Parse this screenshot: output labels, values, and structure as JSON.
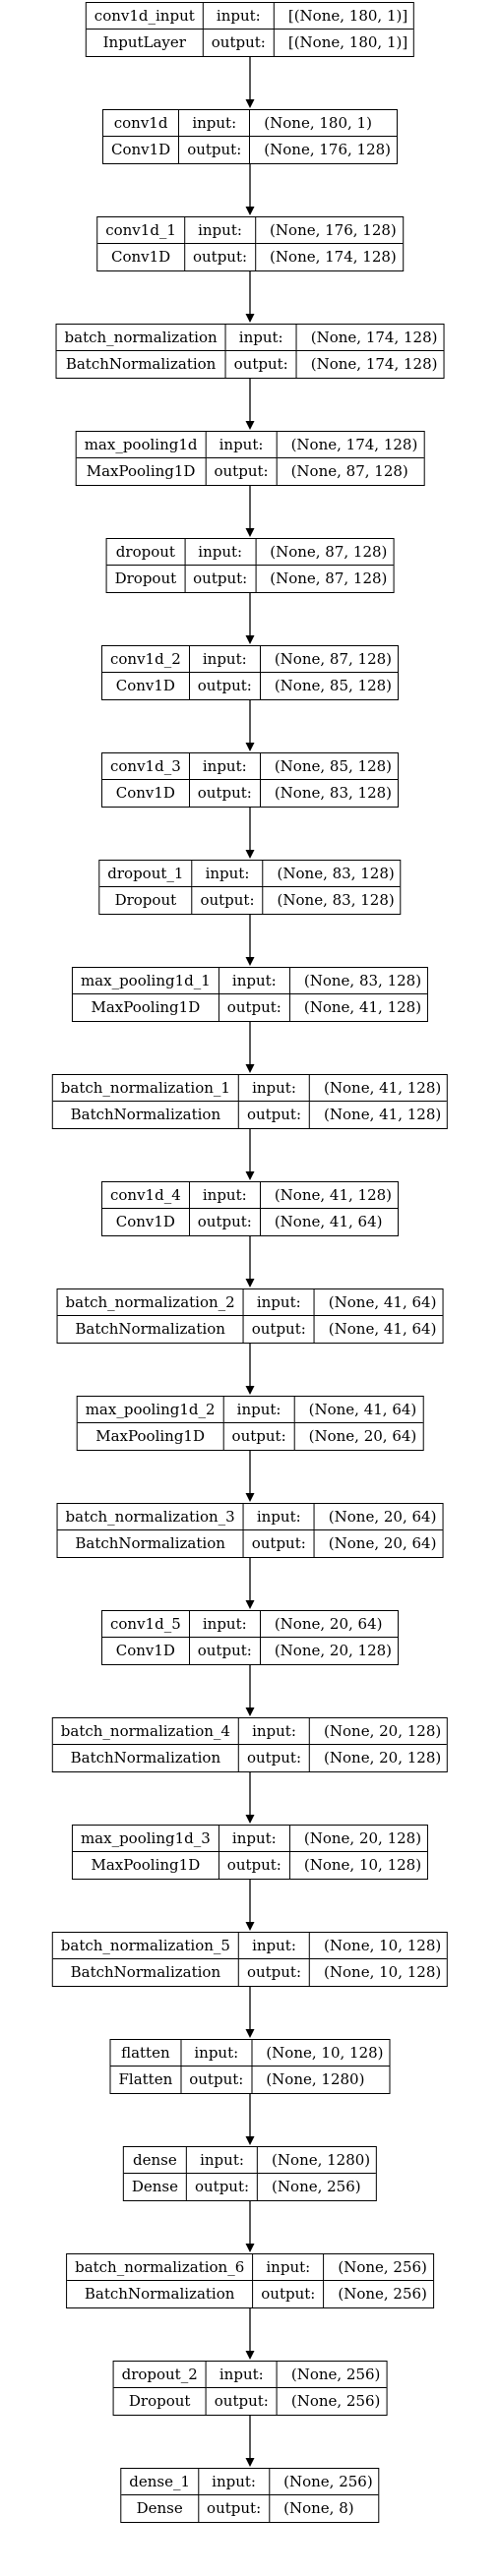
{
  "labels": {
    "input": "input:",
    "output": "output:"
  },
  "layers": [
    {
      "name": "conv1d_input",
      "type": "InputLayer",
      "input": "[(None, 180, 1)]",
      "output": "[(None, 180, 1)]"
    },
    {
      "name": "conv1d",
      "type": "Conv1D",
      "input": "(None, 180, 1)",
      "output": "(None, 176, 128)"
    },
    {
      "name": "conv1d_1",
      "type": "Conv1D",
      "input": "(None, 176, 128)",
      "output": "(None, 174, 128)"
    },
    {
      "name": "batch_normalization",
      "type": "BatchNormalization",
      "input": "(None, 174, 128)",
      "output": "(None, 174, 128)"
    },
    {
      "name": "max_pooling1d",
      "type": "MaxPooling1D",
      "input": "(None, 174, 128)",
      "output": "(None, 87, 128)"
    },
    {
      "name": "dropout",
      "type": "Dropout",
      "input": "(None, 87, 128)",
      "output": "(None, 87, 128)"
    },
    {
      "name": "conv1d_2",
      "type": "Conv1D",
      "input": "(None, 87, 128)",
      "output": "(None, 85, 128)"
    },
    {
      "name": "conv1d_3",
      "type": "Conv1D",
      "input": "(None, 85, 128)",
      "output": "(None, 83, 128)"
    },
    {
      "name": "dropout_1",
      "type": "Dropout",
      "input": "(None, 83, 128)",
      "output": "(None, 83, 128)"
    },
    {
      "name": "max_pooling1d_1",
      "type": "MaxPooling1D",
      "input": "(None, 83, 128)",
      "output": "(None, 41, 128)"
    },
    {
      "name": "batch_normalization_1",
      "type": "BatchNormalization",
      "input": "(None, 41, 128)",
      "output": "(None, 41, 128)"
    },
    {
      "name": "conv1d_4",
      "type": "Conv1D",
      "input": "(None, 41, 128)",
      "output": "(None, 41, 64)"
    },
    {
      "name": "batch_normalization_2",
      "type": "BatchNormalization",
      "input": "(None, 41, 64)",
      "output": "(None, 41, 64)"
    },
    {
      "name": "max_pooling1d_2",
      "type": "MaxPooling1D",
      "input": "(None, 41, 64)",
      "output": "(None, 20, 64)"
    },
    {
      "name": "batch_normalization_3",
      "type": "BatchNormalization",
      "input": "(None, 20, 64)",
      "output": "(None, 20, 64)"
    },
    {
      "name": "conv1d_5",
      "type": "Conv1D",
      "input": "(None, 20, 64)",
      "output": "(None, 20, 128)"
    },
    {
      "name": "batch_normalization_4",
      "type": "BatchNormalization",
      "input": "(None, 20, 128)",
      "output": "(None, 20, 128)"
    },
    {
      "name": "max_pooling1d_3",
      "type": "MaxPooling1D",
      "input": "(None, 20, 128)",
      "output": "(None, 10, 128)"
    },
    {
      "name": "batch_normalization_5",
      "type": "BatchNormalization",
      "input": "(None, 10, 128)",
      "output": "(None, 10, 128)"
    },
    {
      "name": "flatten",
      "type": "Flatten",
      "input": "(None, 10, 128)",
      "output": "(None, 1280)"
    },
    {
      "name": "dense",
      "type": "Dense",
      "input": "(None, 1280)",
      "output": "(None, 256)"
    },
    {
      "name": "batch_normalization_6",
      "type": "BatchNormalization",
      "input": "(None, 256)",
      "output": "(None, 256)"
    },
    {
      "name": "dropout_2",
      "type": "Dropout",
      "input": "(None, 256)",
      "output": "(None, 256)"
    },
    {
      "name": "dense_1",
      "type": "Dense",
      "input": "(None, 256)",
      "output": "(None, 8)"
    }
  ]
}
